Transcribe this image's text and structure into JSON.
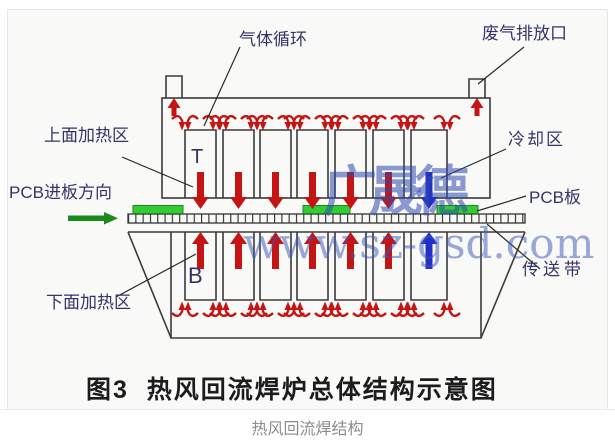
{
  "figure": {
    "caption": "图3  热风回流焊炉总体结构示意图",
    "footer_caption": "热风回流焊结构",
    "labels": {
      "gas_circulation": "气体循环",
      "exhaust_outlet": "废气排放口",
      "upper_heating_zone": "上面加热区",
      "cooling_zone": "冷却区",
      "pcb_entry_direction": "PCB进板方向",
      "pcb_board": "PCB板",
      "conveyor_belt": "传送带",
      "lower_heating_zone": "下面加热区"
    },
    "zone_markers": {
      "top": "T",
      "bottom": "B"
    },
    "watermark": {
      "brand": "广晟德",
      "site": "www.sz-gsd.com"
    },
    "colors": {
      "hot_air_arrow": "#c41414",
      "cooling_arrow": "#2230c8",
      "pcb_green": "#33cc33",
      "entry_arrow_green": "#1d8a1d",
      "label_text": "#34346a",
      "outline": "#3a3a3a"
    }
  }
}
